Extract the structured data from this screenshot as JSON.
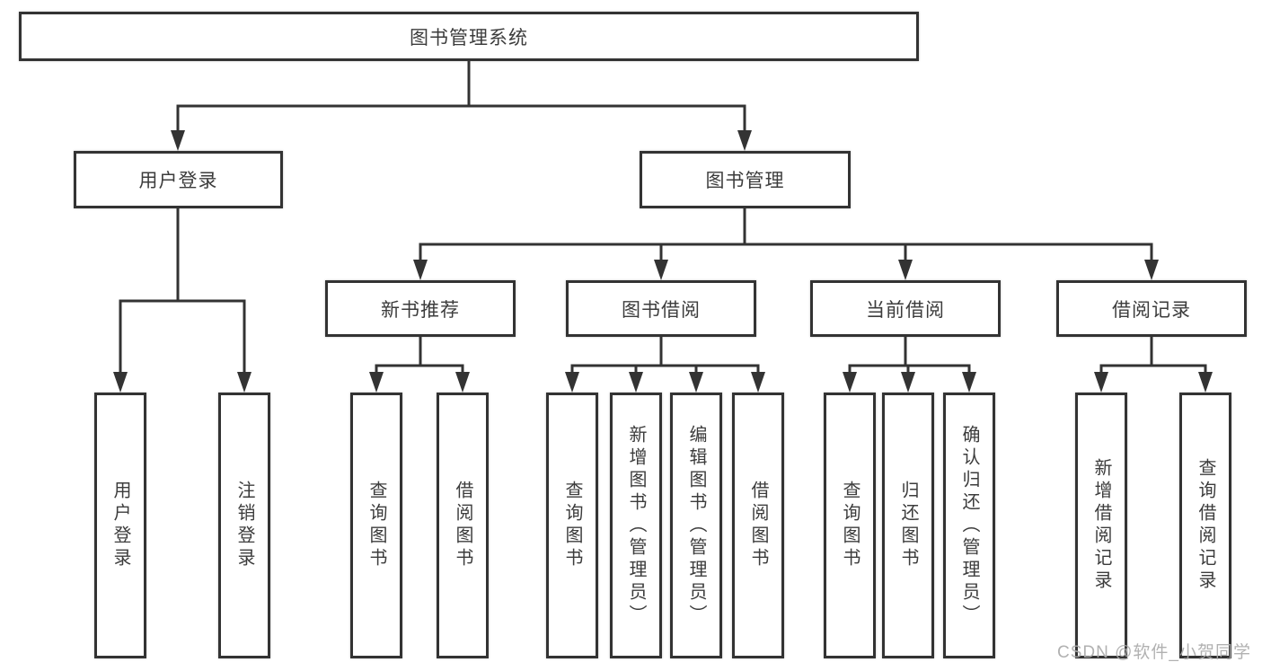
{
  "colors": {
    "line": "#333333",
    "text": "#3c3c3c",
    "box_background": "#ffffff",
    "page_background": "#ffffff",
    "watermark": "#aaaaaa"
  },
  "diagram": {
    "root": {
      "label": "图书管理系统"
    },
    "branches": [
      {
        "label": "用户登录",
        "children": [
          {
            "label": "用户登录"
          },
          {
            "label": "注销登录"
          }
        ]
      },
      {
        "label": "图书管理",
        "children": [
          {
            "label": "新书推荐",
            "children": [
              {
                "label": "查询图书"
              },
              {
                "label": "借阅图书"
              }
            ]
          },
          {
            "label": "图书借阅",
            "children": [
              {
                "label": "查询图书"
              },
              {
                "label": "新增图书（管理员）"
              },
              {
                "label": "编辑图书（管理员）"
              },
              {
                "label": "借阅图书"
              }
            ]
          },
          {
            "label": "当前借阅",
            "children": [
              {
                "label": "查询图书"
              },
              {
                "label": "归还图书"
              },
              {
                "label": "确认归还（管理员）"
              }
            ]
          },
          {
            "label": "借阅记录",
            "children": [
              {
                "label": "新增借阅记录"
              },
              {
                "label": "查询借阅记录"
              }
            ]
          }
        ]
      }
    ]
  },
  "watermark": {
    "text": "CSDN @软件_小贺同学"
  }
}
